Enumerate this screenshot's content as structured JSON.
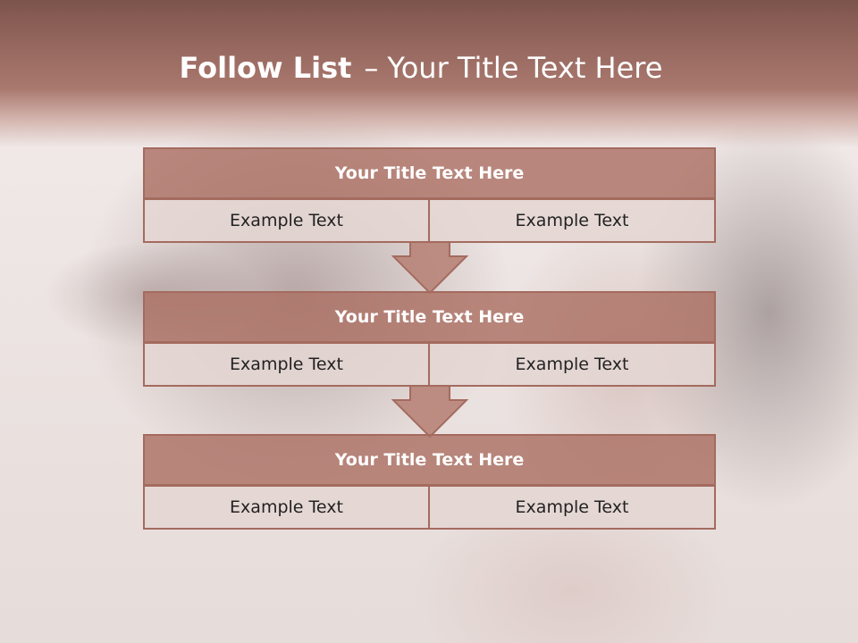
{
  "title": {
    "bold": "Follow List",
    "dash": "–",
    "rest": "Your Title Text Here"
  },
  "blocks": [
    {
      "heading": "Your Title Text Here",
      "left": "Example Text",
      "right": "Example Text"
    },
    {
      "heading": "Your Title Text Here",
      "left": "Example Text",
      "right": "Example Text"
    },
    {
      "heading": "Your Title Text Here",
      "left": "Example Text",
      "right": "Example Text"
    }
  ],
  "colors": {
    "banner": "#95675e",
    "heading_fill": "#b9847a",
    "cell_fill": "#e4d6d3",
    "border": "#a46b5f",
    "arrow": "#b9847a"
  }
}
